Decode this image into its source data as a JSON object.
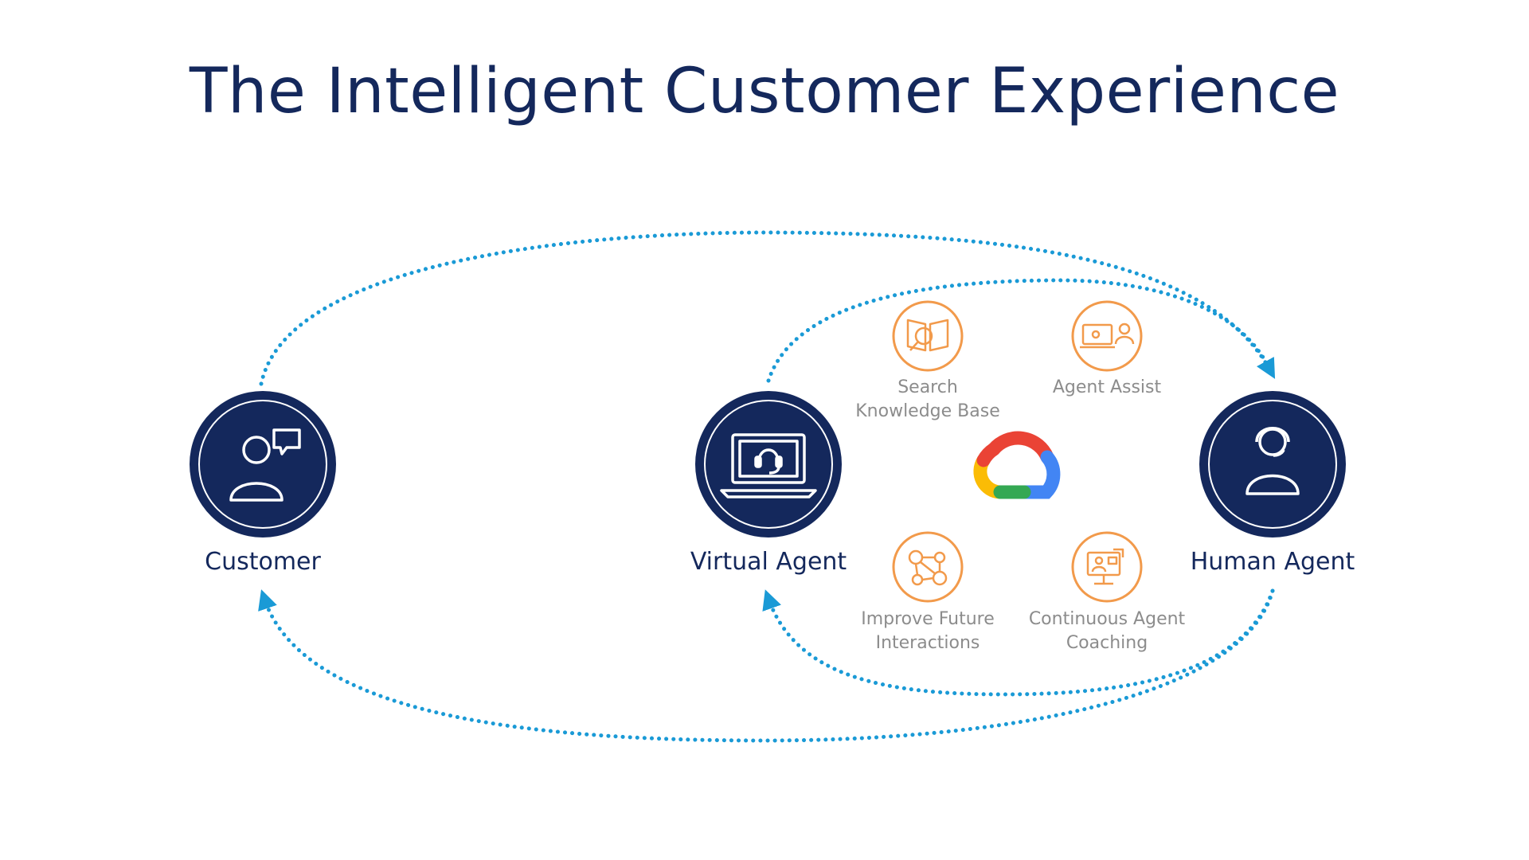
{
  "title": "The Intelligent Customer Experience",
  "nodes": {
    "customer": {
      "label": "Customer",
      "icon": "customer-chat-icon"
    },
    "virtual_agent": {
      "label": "Virtual Agent",
      "icon": "laptop-headset-icon"
    },
    "human_agent": {
      "label": "Human Agent",
      "icon": "agent-headset-icon"
    }
  },
  "capabilities": {
    "search": {
      "line1": "Search",
      "line2": "Knowledge Base",
      "icon": "book-search-icon"
    },
    "assist": {
      "line1": "Agent Assist",
      "icon": "screen-person-icon"
    },
    "improve": {
      "line1": "Improve Future",
      "line2": "Interactions",
      "icon": "network-gears-icon"
    },
    "coaching": {
      "line1": "Continuous Agent",
      "line2": "Coaching",
      "icon": "monitor-coach-icon"
    }
  },
  "center_logo": {
    "icon": "google-cloud-logo-icon"
  },
  "colors": {
    "navy": "#14285c",
    "flow": "#1a9ad6",
    "orange": "#f29a4b",
    "caption": "#8c8c8c",
    "logo_red": "#ea4335",
    "logo_blue": "#4285f4",
    "logo_yellow": "#fbbc05",
    "logo_green": "#34a853"
  }
}
